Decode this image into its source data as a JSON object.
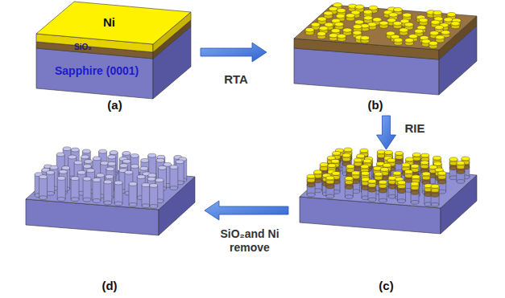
{
  "diagram": {
    "nodes": [
      {
        "text": [
          "(a)"
        ]
      },
      {
        "text": [
          "(b)"
        ]
      },
      {
        "text": [
          "(c)"
        ]
      },
      {
        "text": [
          "(d)"
        ]
      }
    ],
    "edges": [
      {
        "from": 0,
        "to": 1,
        "arrow": "to",
        "label": "RTA"
      },
      {
        "from": 1,
        "to": 2,
        "arrow": "to",
        "label": "RIE"
      },
      {
        "from": 2,
        "to": 3,
        "arrow": "to",
        "label": "SiO₂and Ni remove"
      }
    ],
    "labels": [
      "Ni",
      "SiO₂",
      "Sapphire (0001)"
    ]
  }
}
